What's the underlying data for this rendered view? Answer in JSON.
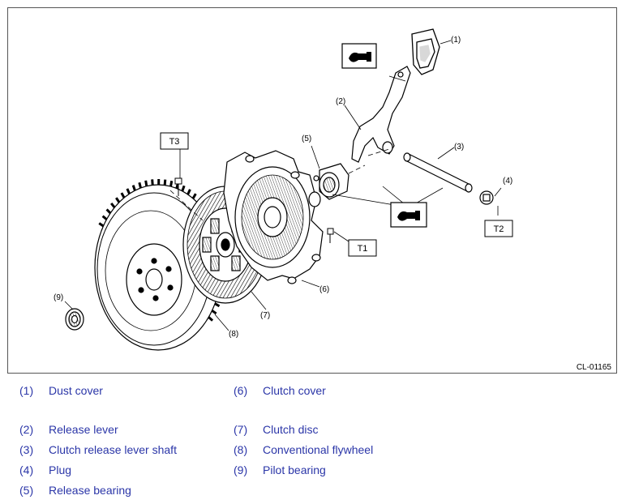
{
  "figure": {
    "figure_id": "CL-01165",
    "torque_labels": {
      "t1": "T1",
      "t2": "T2",
      "t3": "T3"
    },
    "callouts": {
      "c1": "(1)",
      "c2": "(2)",
      "c3": "(3)",
      "c4": "(4)",
      "c5": "(5)",
      "c6": "(6)",
      "c7": "(7)",
      "c8": "(8)",
      "c9": "(9)"
    },
    "grease_icon": "grease-gun-icon",
    "line_color": "#000000"
  },
  "legend": {
    "color": "#2b36a8",
    "items": [
      {
        "num": "(1)",
        "label": "Dust cover"
      },
      {
        "num": "(2)",
        "label": "Release lever"
      },
      {
        "num": "(3)",
        "label": "Clutch release lever shaft"
      },
      {
        "num": "(4)",
        "label": "Plug"
      },
      {
        "num": "(5)",
        "label": "Release bearing"
      },
      {
        "num": "(6)",
        "label": "Clutch cover"
      },
      {
        "num": "(7)",
        "label": "Clutch disc"
      },
      {
        "num": "(8)",
        "label": "Conventional flywheel"
      },
      {
        "num": "(9)",
        "label": "Pilot bearing"
      }
    ]
  }
}
